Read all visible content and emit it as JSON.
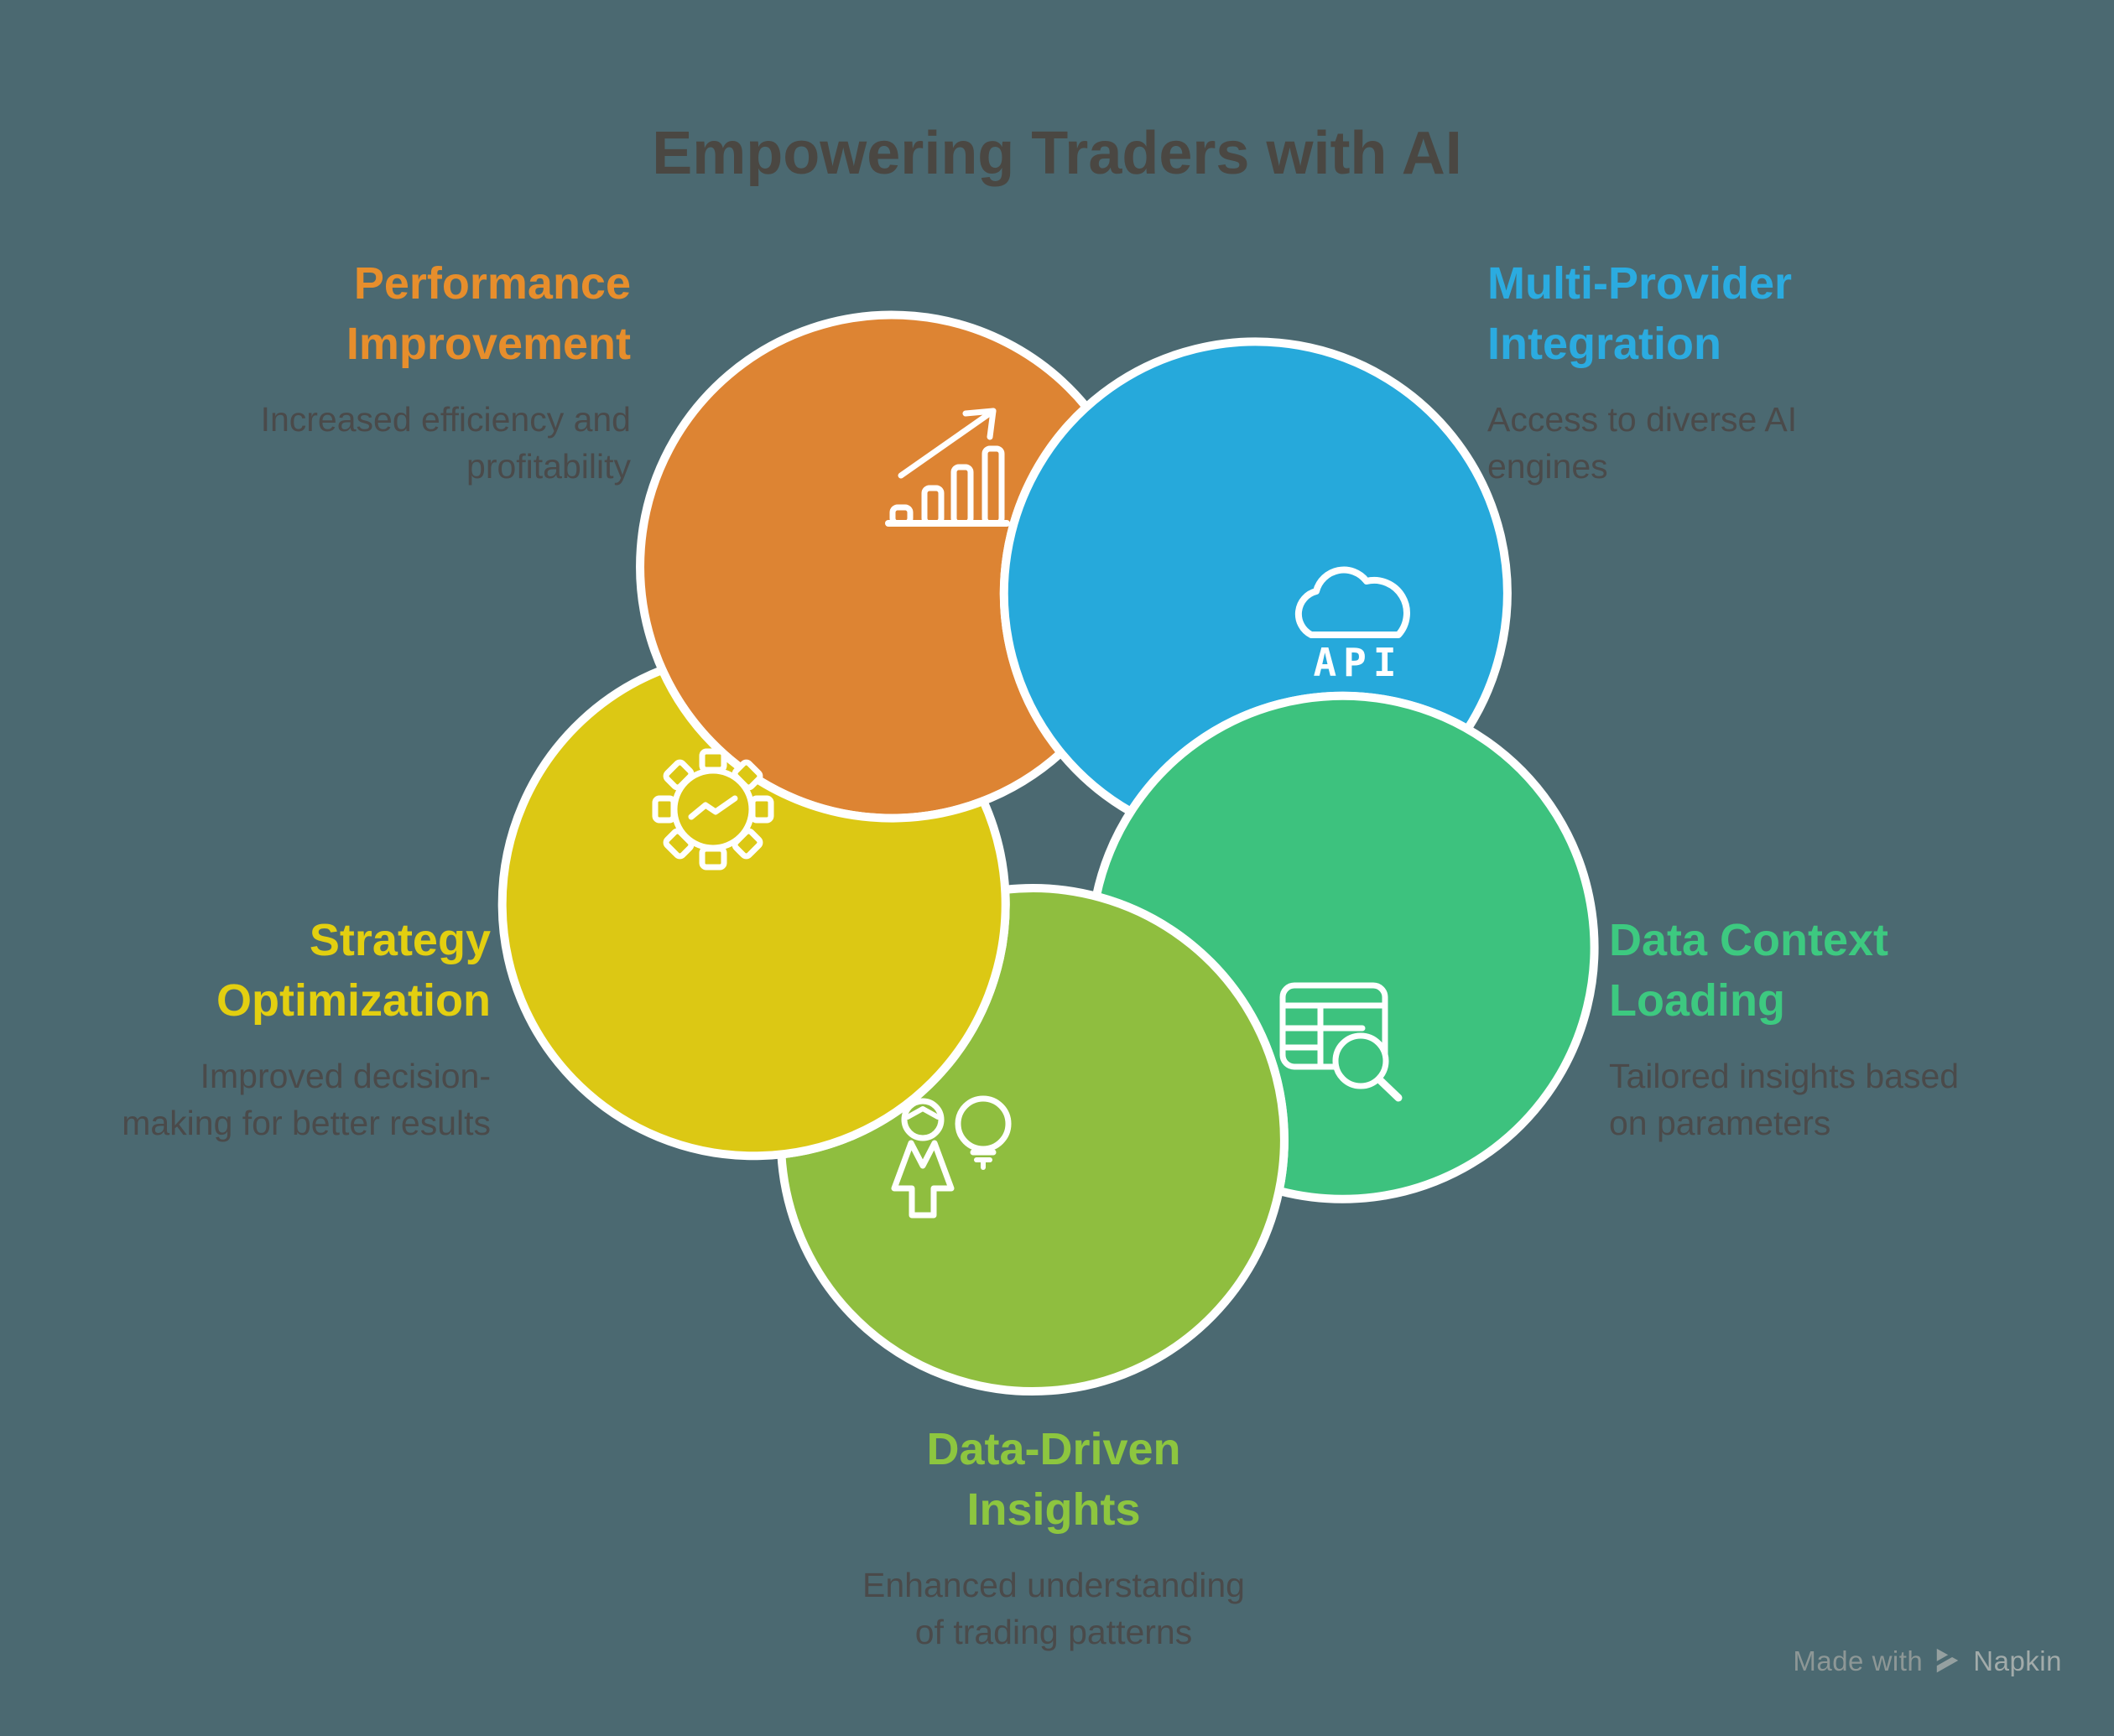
{
  "title": "Empowering Traders with AI",
  "colors": {
    "background": "#4B6971",
    "title_text": "#4A4742",
    "body_text": "#4A4A4A",
    "icon_stroke": "#FFFFFF",
    "watermark_text": "#8D9796",
    "watermark_brand": "#A2ABAA",
    "petals": {
      "orange": "#DD8433",
      "blue": "#26A9DB",
      "green": "#3DC27E",
      "olive": "#8FBE3F",
      "yellow": "#DCC814"
    },
    "accents": {
      "orange": "#E78E2C",
      "blue": "#2BABE0",
      "green": "#3DC980",
      "olive": "#8DC63F",
      "yellow": "#E3CF10"
    }
  },
  "diagram": {
    "petal_order": [
      "orange",
      "blue",
      "green",
      "olive",
      "yellow"
    ],
    "petal_topics": {
      "orange": "Performance Improvement",
      "blue": "Multi-Provider Integration",
      "green": "Data Context Loading",
      "olive": "Data-Driven Insights",
      "yellow": "Strategy Optimization"
    },
    "icons": {
      "orange": "growth-bar-chart-icon",
      "blue": "cloud-api-icon",
      "green": "table-search-icon",
      "olive": "person-idea-icon",
      "yellow": "gear-analytics-icon"
    },
    "api_label": "API"
  },
  "labels": [
    {
      "id": "performance-improvement",
      "accent": "orange",
      "title_lines": [
        "Performance",
        "Improvement"
      ],
      "body_lines": [
        "Increased efficiency and",
        "profitability"
      ]
    },
    {
      "id": "multi-provider-integration",
      "accent": "blue",
      "title_lines": [
        "Multi-Provider",
        "Integration"
      ],
      "body_lines": [
        "Access to diverse AI",
        "engines"
      ]
    },
    {
      "id": "data-context-loading",
      "accent": "green",
      "title_lines": [
        "Data Context",
        "Loading"
      ],
      "body_lines": [
        "Tailored insights based",
        "on parameters"
      ]
    },
    {
      "id": "strategy-optimization",
      "accent": "yellow",
      "title_lines": [
        "Strategy",
        "Optimization"
      ],
      "body_lines": [
        "Improved decision-",
        "making for better results"
      ]
    },
    {
      "id": "data-driven-insights",
      "accent": "olive",
      "title_lines": [
        "Data-Driven",
        "Insights"
      ],
      "body_lines": [
        "Enhanced understanding",
        "of trading patterns"
      ]
    }
  ],
  "watermark": {
    "made_with": "Made with",
    "brand": "Napkin"
  }
}
